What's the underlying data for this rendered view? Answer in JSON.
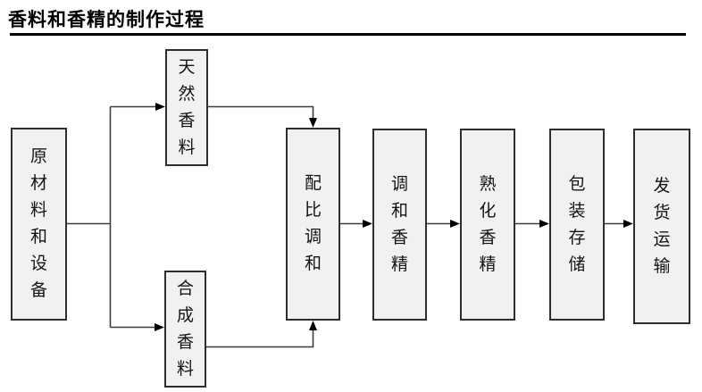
{
  "page": {
    "title": "香料和香精的制作过程"
  },
  "flowchart": {
    "nodes": [
      {
        "id": "raw-materials-equipment",
        "label": "原材料和设备"
      },
      {
        "id": "natural-fragrance",
        "label": "天然香料"
      },
      {
        "id": "synthetic-fragrance",
        "label": "合成香料"
      },
      {
        "id": "ratio-blending",
        "label": "配比调和"
      },
      {
        "id": "blended-essence",
        "label": "调和香精"
      },
      {
        "id": "matured-essence",
        "label": "熟化香精"
      },
      {
        "id": "packaging-storage",
        "label": "包装存储"
      },
      {
        "id": "shipping-transport",
        "label": "发货运输"
      }
    ],
    "flow_order": "原材料和设备 → (天然香料 / 合成香料) → 配比调和 → 调和香精 → 熟化香精 → 包装存储 → 发货运输",
    "colors": {
      "node_fill": "#f0f1f2",
      "node_border": "#2e2e2e",
      "connector": "#3d3d3d",
      "arrowhead": "#000000",
      "title_text": "#000000",
      "title_rule": "#000000",
      "background": "#ffffff"
    }
  }
}
